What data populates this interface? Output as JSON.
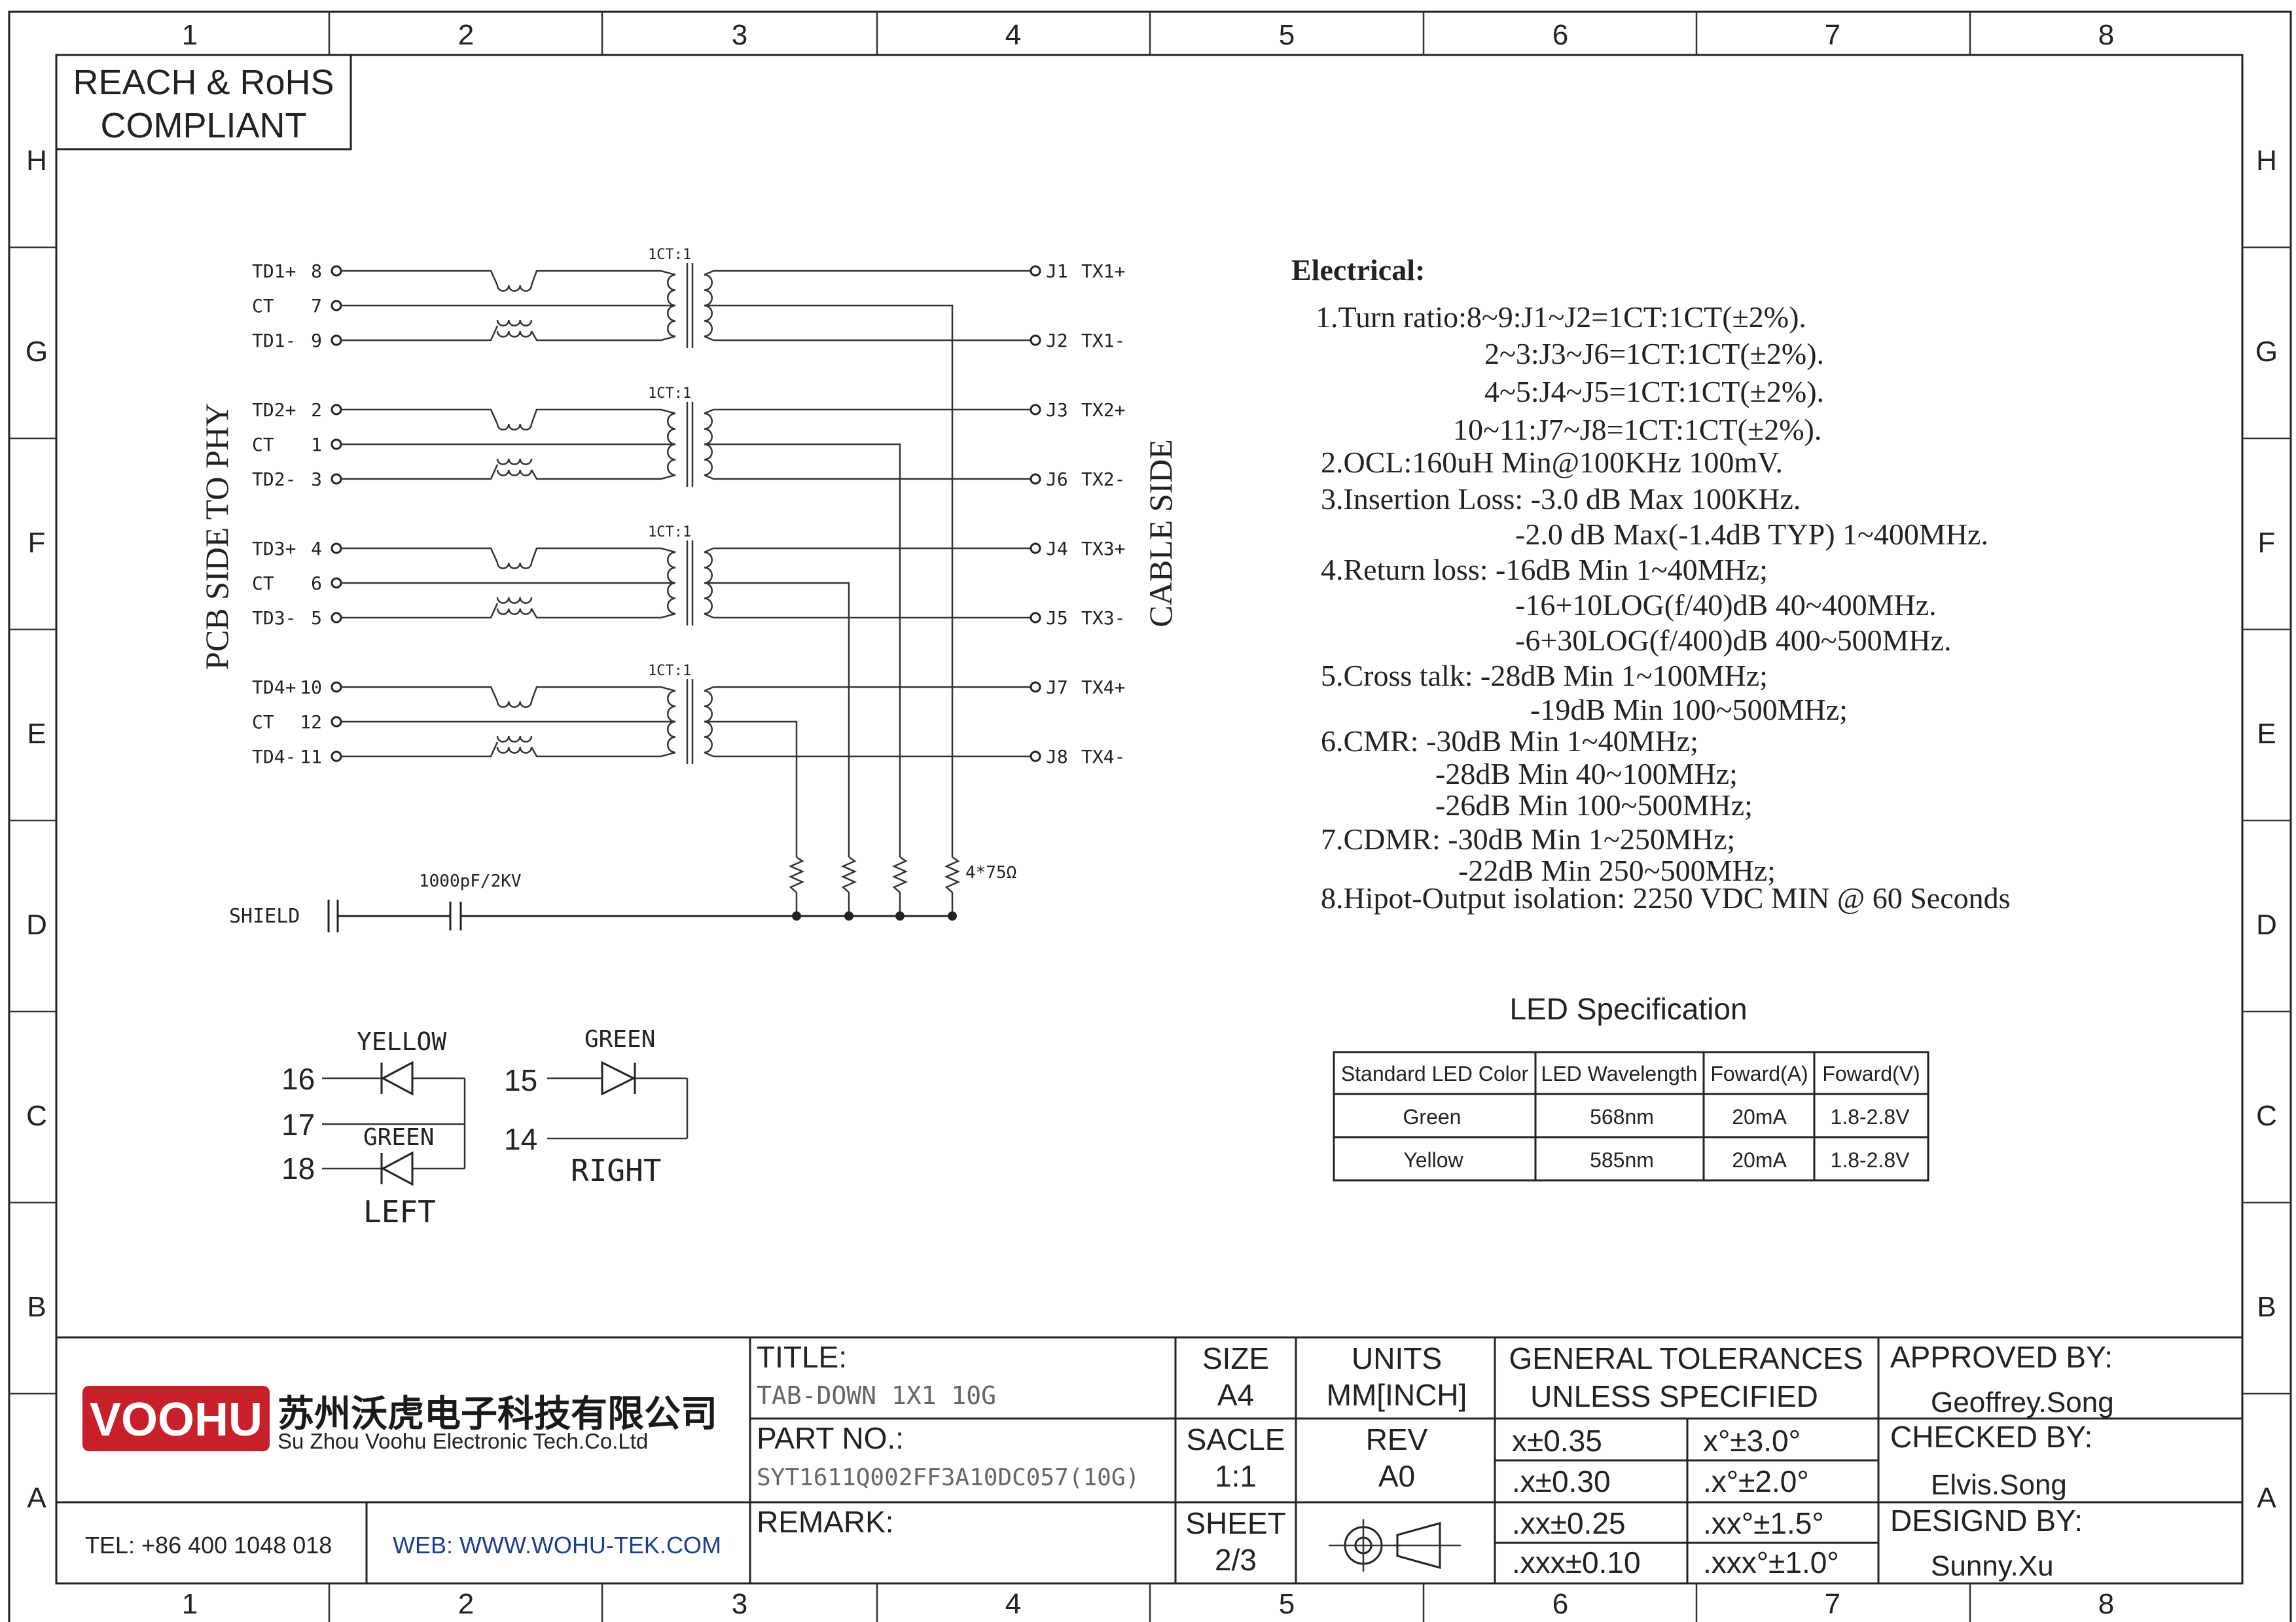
{
  "border": {
    "cols": [
      "1",
      "2",
      "3",
      "4",
      "5",
      "6",
      "7",
      "8"
    ],
    "rows": [
      "H",
      "G",
      "F",
      "E",
      "D",
      "C",
      "B",
      "A"
    ]
  },
  "compliance": {
    "line1": "REACH & RoHS",
    "line2": "COMPLIANT"
  },
  "schematic": {
    "left_pins": [
      {
        "label": "TD1+",
        "num": "8"
      },
      {
        "label": "CT",
        "num": "7"
      },
      {
        "label": "TD1-",
        "num": "9"
      },
      {
        "label": "TD2+",
        "num": "2"
      },
      {
        "label": "CT",
        "num": "1"
      },
      {
        "label": "TD2-",
        "num": "3"
      },
      {
        "label": "TD3+",
        "num": "4"
      },
      {
        "label": "CT",
        "num": "6"
      },
      {
        "label": "TD3-",
        "num": "5"
      },
      {
        "label": "TD4+",
        "num": "10"
      },
      {
        "label": "CT",
        "num": "12"
      },
      {
        "label": "TD4-",
        "num": "11"
      }
    ],
    "right_pins": [
      {
        "pin": "J1",
        "label": "TX1+"
      },
      {
        "pin": "J2",
        "label": "TX1-"
      },
      {
        "pin": "J3",
        "label": "TX2+"
      },
      {
        "pin": "J6",
        "label": "TX2-"
      },
      {
        "pin": "J4",
        "label": "TX3+"
      },
      {
        "pin": "J5",
        "label": "TX3-"
      },
      {
        "pin": "J7",
        "label": "TX4+"
      },
      {
        "pin": "J8",
        "label": "TX4-"
      }
    ],
    "transformer_label": "1CT:1",
    "left_side_label": "PCB SIDE TO PHY",
    "right_side_label": "CABLE SIDE",
    "shield_label": "SHIELD",
    "cap_label": "1000pF/2KV",
    "resistor_label": "4*75Ω"
  },
  "leds": {
    "left": {
      "top_color": "YELLOW",
      "bottom_color": "GREEN",
      "pins": [
        "16",
        "17",
        "18"
      ],
      "name": "LEFT"
    },
    "right": {
      "color": "GREEN",
      "pins": [
        "15",
        "14"
      ],
      "name": "RIGHT"
    }
  },
  "electrical": {
    "title": "Electrical:",
    "lines": [
      "1.Turn ratio:8~9:J1~J2=1CT:1CT(±2%).",
      "2~3:J3~J6=1CT:1CT(±2%).",
      "4~5:J4~J5=1CT:1CT(±2%).",
      "10~11:J7~J8=1CT:1CT(±2%).",
      "2.OCL:160uH Min@100KHz 100mV.",
      "3.Insertion Loss: -3.0 dB Max 100KHz.",
      "-2.0 dB Max(-1.4dB TYP) 1~400MHz.",
      "4.Return loss: -16dB Min 1~40MHz;",
      "-16+10LOG(f/40)dB 40~400MHz.",
      "-6+30LOG(f/400)dB 400~500MHz.",
      "5.Cross talk: -28dB Min 1~100MHz;",
      "-19dB Min 100~500MHz;",
      "6.CMR: -30dB Min 1~40MHz;",
      "-28dB Min 40~100MHz;",
      "-26dB Min 100~500MHz;",
      "7.CDMR: -30dB Min 1~250MHz;",
      "-22dB Min 250~500MHz;",
      "8.Hipot-Output isolation: 2250 VDC MIN @ 60 Seconds"
    ]
  },
  "led_spec": {
    "title": "LED Specification",
    "headers": [
      "Standard LED Color",
      "LED Wavelength",
      "Foward(A)",
      "Foward(V)"
    ],
    "rows": [
      [
        "Green",
        "568nm",
        "20mA",
        "1.8-2.8V"
      ],
      [
        "Yellow",
        "585nm",
        "20mA",
        "1.8-2.8V"
      ]
    ]
  },
  "title_block": {
    "logo": "VOOHU",
    "company_cn": "苏州沃虎电子科技有限公司",
    "company_en": "Su Zhou Voohu Electronic Tech.Co.Ltd",
    "tel": "TEL: +86 400 1048 018",
    "web": "WEB: WWW.WOHU-TEK.COM",
    "title_label": "TITLE:",
    "title_value": "TAB-DOWN 1X1 10G",
    "part_label": "PART NO.:",
    "part_value": "SYT1611Q002FF3A10DC057(10G)",
    "remark_label": "REMARK:",
    "size_label": "SIZE",
    "size_value": "A4",
    "units_label": "UNITS",
    "units_value": "MM[INCH]",
    "scale_label": "SACLE",
    "scale_value": "1:1",
    "rev_label": "REV",
    "rev_value": "A0",
    "sheet_label": "SHEET",
    "sheet_value": "2/3",
    "tol_line1": "GENERAL TOLERANCES",
    "tol_line2": "UNLESS SPECIFIED",
    "tol": [
      [
        "x±0.35",
        "x°±3.0°"
      ],
      [
        ".x±0.30",
        ".x°±2.0°"
      ],
      [
        ".xx±0.25",
        ".xx°±1.5°"
      ],
      [
        ".xxx±0.10",
        ".xxx°±1.0°"
      ]
    ],
    "approved_label": "APPROVED BY:",
    "approved_value": "Geoffrey.Song",
    "checked_label": "CHECKED BY:",
    "checked_value": "Elvis.Song",
    "designed_label": "DESIGND BY:",
    "designed_value": "Sunny.Xu"
  }
}
